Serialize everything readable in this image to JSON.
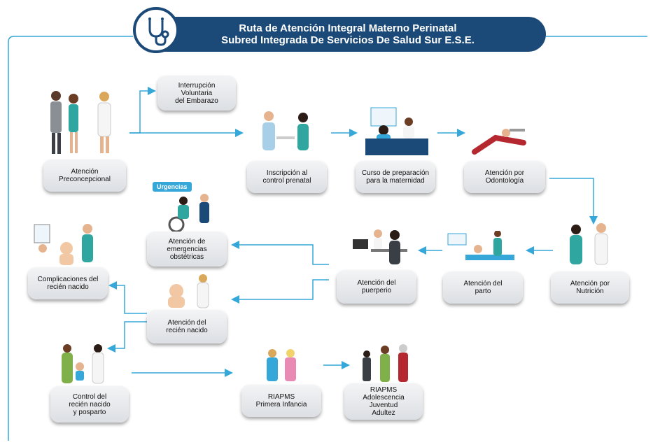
{
  "header": {
    "title_line1": "Ruta de Atención Integral Materno Perinatal",
    "title_line2": "Subred Integrada De Servicios De Salud Sur E.S.E.",
    "icon": "stethoscope-icon"
  },
  "colors": {
    "primary": "#1c4a78",
    "accent": "#35a7d9",
    "node_bg": "#e6e8eb"
  },
  "badge_urgencias": "Urgencias",
  "nodes": [
    {
      "id": "preconcepcional",
      "label": "Atención\nPreconcepcional"
    },
    {
      "id": "ive",
      "label": "Interrupción\nVoluntaria\ndel Embarazo"
    },
    {
      "id": "inscripcion",
      "label": "Inscripción al\ncontrol prenatal"
    },
    {
      "id": "curso",
      "label": "Curso de preparación\npara la maternidad"
    },
    {
      "id": "odontologia",
      "label": "Atención por\nOdontología"
    },
    {
      "id": "nutricion",
      "label": "Atención por\nNutrición"
    },
    {
      "id": "parto",
      "label": "Atención del\nparto"
    },
    {
      "id": "puerperio",
      "label": "Atención del\npuerperio"
    },
    {
      "id": "emergencias",
      "label": "Atención de\nemergencias\nobstétricas"
    },
    {
      "id": "recien_nacido",
      "label": "Atención del\nrecién nacido"
    },
    {
      "id": "complicaciones",
      "label": "Complicaciones del\nrecién nacido"
    },
    {
      "id": "control",
      "label": "Control del\nrecién nacido\ny posparto"
    },
    {
      "id": "riapms_infancia",
      "label": "RIAPMS\nPrimera Infancia"
    },
    {
      "id": "riapms_adolescencia",
      "label": "RIAPMS\nAdolescencia\nJuventud\nAdultez"
    }
  ]
}
